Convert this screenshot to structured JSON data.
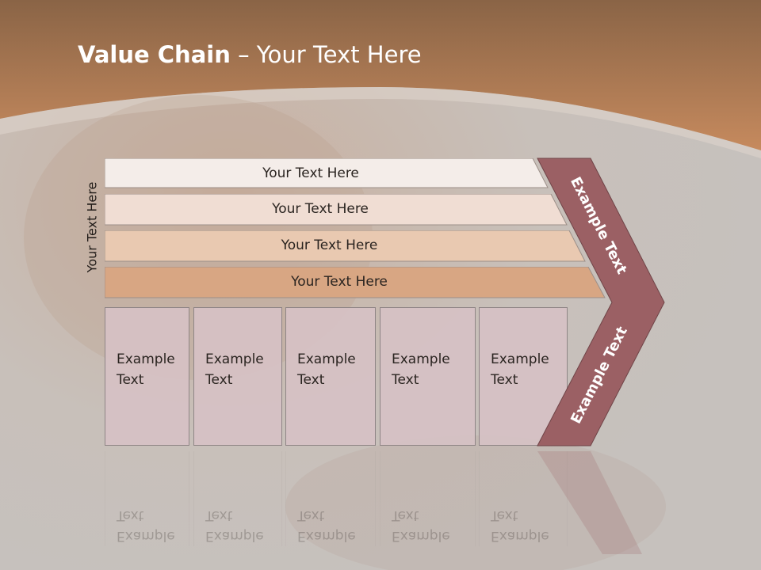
{
  "slide": {
    "title_bold": "Value Chain",
    "title_rest": " – Your Text Here",
    "side_label": "Your Text Here"
  },
  "bars": [
    {
      "label": "Your Text Here",
      "color": "#f4ede9"
    },
    {
      "label": "Your Text Here",
      "color": "#f0ddd3"
    },
    {
      "label": "Your Text Here",
      "color": "#e9c9b1"
    },
    {
      "label": "Your Text Here",
      "color": "#d8a683"
    }
  ],
  "columns": [
    {
      "label": "Example\nText"
    },
    {
      "label": "Example\nText"
    },
    {
      "label": "Example\nText"
    },
    {
      "label": "Example\nText"
    },
    {
      "label": "Example\nText"
    }
  ],
  "chevron": {
    "top_label": "Example Text",
    "bottom_label": "Example Text",
    "color": "#9b6064"
  },
  "colors": {
    "header": "#b5815c",
    "background": "#c9c2bd"
  }
}
